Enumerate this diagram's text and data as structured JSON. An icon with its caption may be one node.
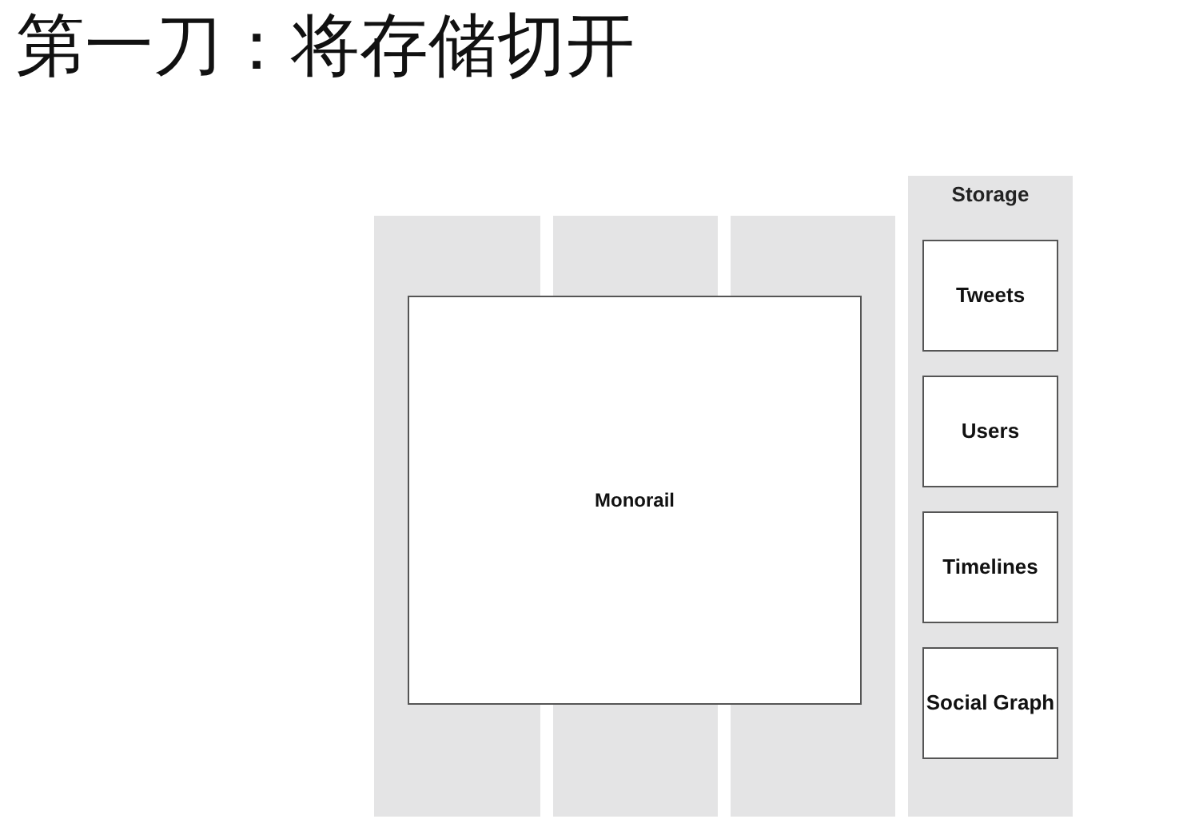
{
  "diagram": {
    "title": "第一刀：将存储切开",
    "nodes": [
      {
        "text": [],
        "shape": "bar"
      },
      {
        "text": [],
        "shape": "bar"
      },
      {
        "text": [],
        "shape": "bar"
      },
      {
        "text": [],
        "shape": "bar"
      },
      {
        "text": [
          "Monorail"
        ]
      },
      {
        "text": [],
        "shape": "bar"
      },
      {
        "text": [],
        "shape": "bar"
      },
      {
        "text": [],
        "shape": "bar"
      },
      {
        "text": [],
        "shape": "bar"
      },
      {
        "text": [
          "Storage"
        ]
      },
      {
        "text": [
          "Tweets"
        ],
        "in": 9
      },
      {
        "text": [
          "Users"
        ],
        "in": 9
      },
      {
        "text": [
          "Timelines"
        ],
        "in": 9
      },
      {
        "text": [
          "Social Graph"
        ],
        "in": 9
      }
    ]
  }
}
